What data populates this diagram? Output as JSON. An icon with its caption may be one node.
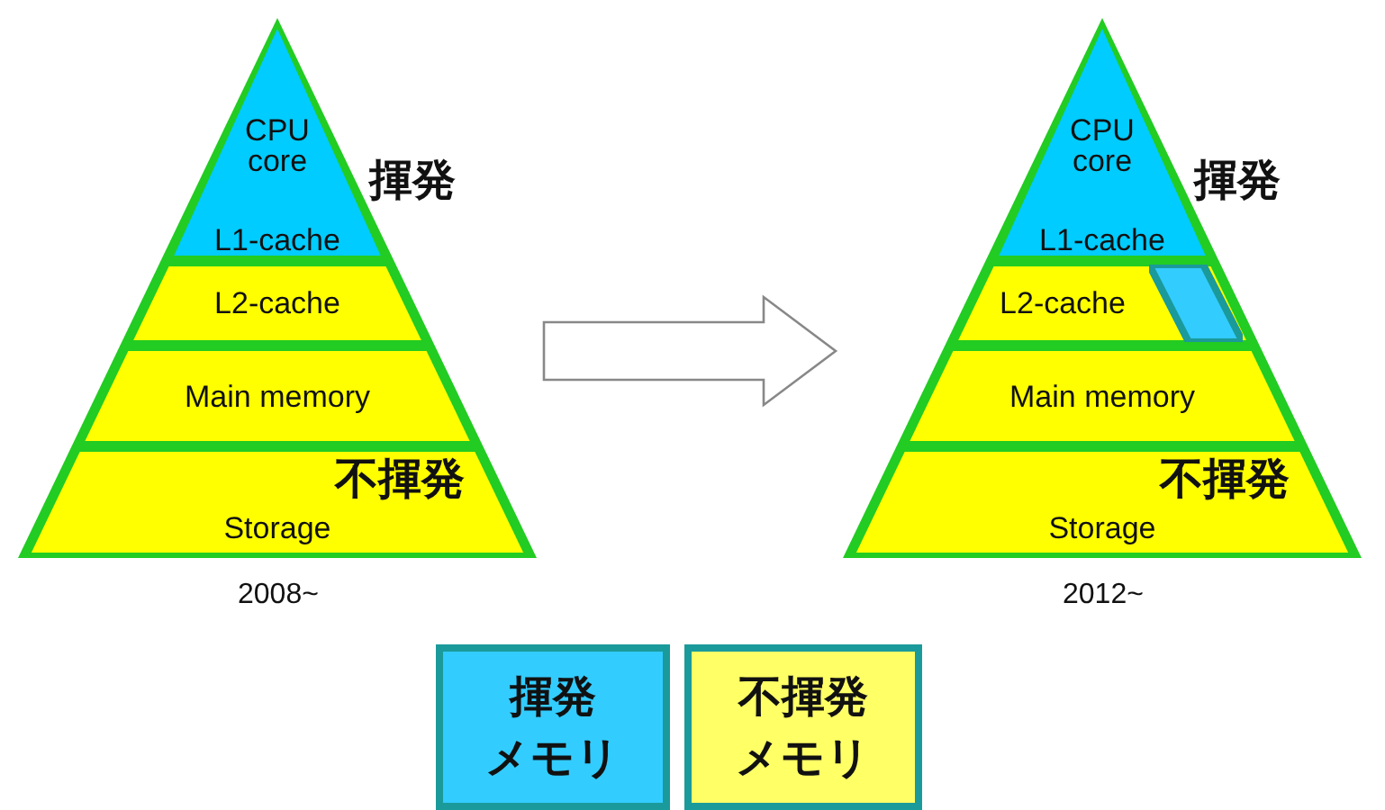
{
  "diagram": {
    "nodes": [
      {
        "text": [],
        "shape": "triangle",
        "beside": [
          "2008~"
        ]
      },
      {
        "text": [
          "CPU core",
          "L1-cache"
        ],
        "in": 0
      },
      {
        "text": [
          "L2-cache"
        ],
        "in": 0
      },
      {
        "text": [
          "Main memory"
        ],
        "in": 0
      },
      {
        "text": [
          "Storage"
        ],
        "in": 0
      },
      {
        "text": [],
        "shape": "triangle",
        "beside": [
          "2012~"
        ]
      },
      {
        "text": [
          "CPU core",
          "L1-cache"
        ],
        "in": 5
      },
      {
        "text": [
          "L2-cache"
        ],
        "in": 5
      },
      {
        "text": [
          "Main memory"
        ],
        "in": 5
      },
      {
        "text": [
          "Storage"
        ],
        "in": 5
      },
      {
        "text": [],
        "shape": "parallelogram",
        "in": 7
      }
    ],
    "edges": [
      {
        "from": 0,
        "to": 5,
        "arrow": "to"
      }
    ],
    "labels": [
      "揮発",
      "揮発",
      "不揮発",
      "不揮発"
    ],
    "legend": [
      {
        "text": "揮発メモリ",
        "color": "#33ccff"
      },
      {
        "text": "不揮発メモリ",
        "color": "#ffff66"
      }
    ]
  }
}
